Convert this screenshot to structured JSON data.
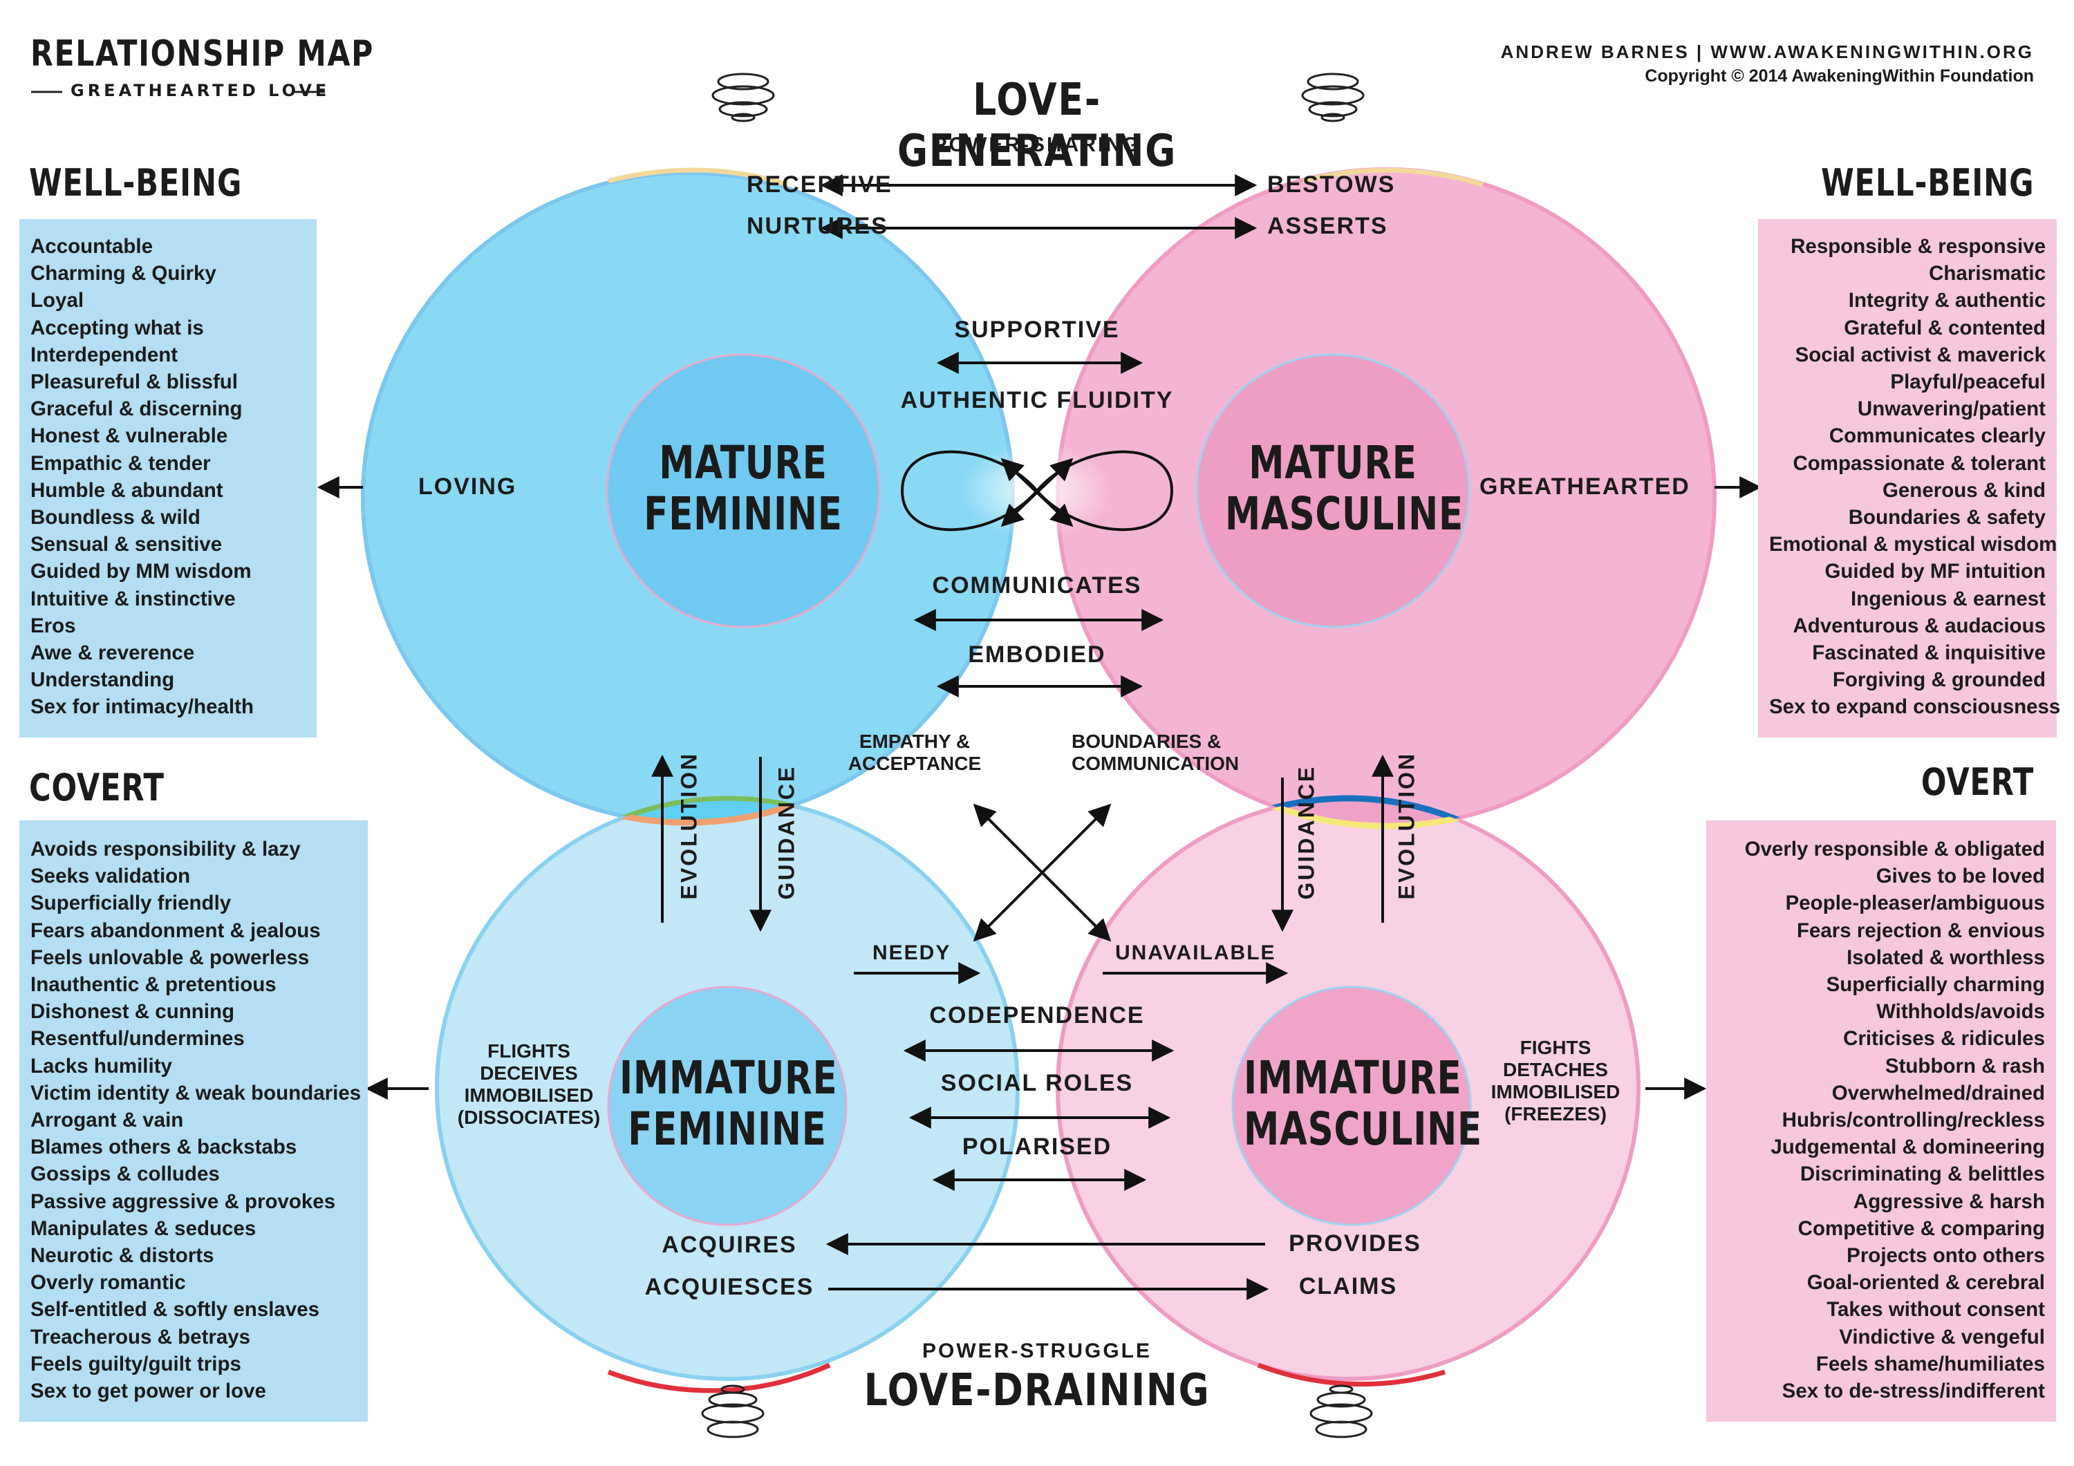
{
  "header": {
    "title": "RELATIONSHIP MAP",
    "subtitle": "GREATHEARTED LOVE",
    "author": "ANDREW BARNES | WWW.AWAKENINGWITHIN.ORG",
    "copyright": "Copyright © 2014 AwakeningWithin Foundation"
  },
  "top": {
    "title": "LOVE-GENERATING",
    "subtitle": "POWER-SHARING"
  },
  "bottom": {
    "title": "LOVE-DRAINING",
    "subtitle": "POWER-STRUGGLE"
  },
  "left_top": {
    "heading": "WELL-BEING",
    "items": [
      "Accountable",
      "Charming & Quirky",
      "Loyal",
      "Accepting what is",
      "Interdependent",
      "Pleasureful & blissful",
      "Graceful & discerning",
      "Honest & vulnerable",
      "Empathic & tender",
      "Humble & abundant",
      "Boundless & wild",
      "Sensual & sensitive",
      "Guided by MM wisdom",
      "Intuitive & instinctive",
      "Eros",
      "Awe & reverence",
      "Understanding",
      "Sex for intimacy/health"
    ]
  },
  "right_top": {
    "heading": "WELL-BEING",
    "items": [
      "Responsible & responsive",
      "Charismatic",
      "Integrity & authentic",
      "Grateful & contented",
      "Social activist & maverick",
      "Playful/peaceful",
      "Unwavering/patient",
      "Communicates clearly",
      "Compassionate & tolerant",
      "Generous & kind",
      "Boundaries & safety",
      "Emotional & mystical wisdom",
      "Guided by MF intuition",
      "Ingenious & earnest",
      "Adventurous & audacious",
      "Fascinated & inquisitive",
      "Forgiving & grounded",
      "Sex to expand consciousness"
    ]
  },
  "left_bottom": {
    "heading": "COVERT",
    "items": [
      "Avoids responsibility & lazy",
      "Seeks validation",
      "Superficially friendly",
      "Fears abandonment & jealous",
      "Feels unlovable & powerless",
      "Inauthentic & pretentious",
      "Dishonest & cunning",
      "Resentful/undermines",
      "Lacks humility",
      "Victim identity & weak boundaries",
      "Arrogant & vain",
      "Blames others & backstabs",
      "Gossips & colludes",
      "Passive aggressive & provokes",
      "Manipulates & seduces",
      "Neurotic & distorts",
      "Overly romantic",
      "Self-entitled & softly enslaves",
      "Treacherous & betrays",
      "Feels guilty/guilt trips",
      "Sex to get power or love"
    ]
  },
  "right_bottom": {
    "heading": "OVERT",
    "items": [
      "Overly responsible & obligated",
      "Gives to be loved",
      "People-pleaser/ambiguous",
      "Fears rejection & envious",
      "Isolated & worthless",
      "Superficially charming",
      "Withholds/avoids",
      "Criticises & ridicules",
      "Stubborn & rash",
      "Overwhelmed/drained",
      "Hubris/controlling/reckless",
      "Judgemental & domineering",
      "Discriminating & belittles",
      "Aggressive & harsh",
      "Competitive & comparing",
      "Projects onto others",
      "Goal-oriented & cerebral",
      "Takes without consent",
      "Vindictive & vengeful",
      "Feels shame/humiliates",
      "Sex to de-stress/indifferent"
    ]
  },
  "circles": {
    "mature_feminine": "MATURE\nFEMININE",
    "mature_masculine": "MATURE\nMASCULINE",
    "immature_feminine": "IMMATURE\nFEMININE",
    "immature_masculine": "IMMATURE\nMASCULINE"
  },
  "labels": {
    "receptive": "RECEPTIVE",
    "bestows": "BESTOWS",
    "nurtures": "NURTURES",
    "asserts": "ASSERTS",
    "supportive": "SUPPORTIVE",
    "authentic_fluidity": "AUTHENTIC FLUIDITY",
    "communicates": "COMMUNICATES",
    "embodied": "EMBODIED",
    "loving": "LOVING",
    "greathearted": "GREATHEARTED",
    "empathy": "EMPATHY &\nACCEPTANCE",
    "boundaries": "BOUNDARIES &\nCOMMUNICATION",
    "evolution_left": "EVOLUTION",
    "guidance_left": "GUIDANCE",
    "guidance_right": "GUIDANCE",
    "evolution_right": "EVOLUTION",
    "needy": "NEEDY",
    "unavailable": "UNAVAILABLE",
    "codependence": "CODEPENDENCE",
    "social_roles": "SOCIAL ROLES",
    "polarised": "POLARISED",
    "flights": "FLIGHTS\nDECEIVES\nIMMOBILISED\n(DISSOCIATES)",
    "fights": "FIGHTS\nDETACHES\nIMMOBILISED\n(FREEZES)",
    "acquires": "ACQUIRES",
    "acquiesces": "ACQUIESCES",
    "provides": "PROVIDES",
    "claims": "CLAIMS"
  },
  "colors": {
    "blue": "#8ad9f4",
    "pink": "#f4b5d4",
    "light_blue": "#bde6f7",
    "light_pink": "#f7cde2",
    "purple": "#b79fd0",
    "box_blue": "#b3def3",
    "box_pink": "#f6c7dd"
  }
}
